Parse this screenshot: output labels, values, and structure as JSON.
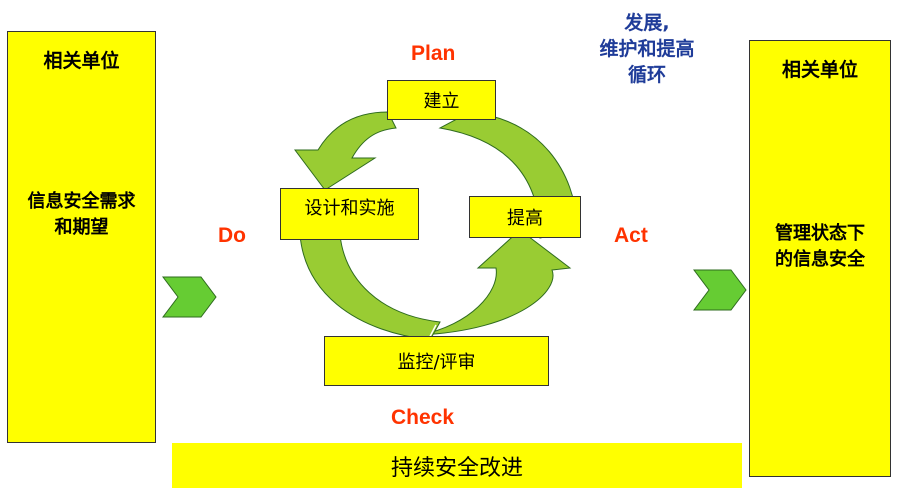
{
  "left_box": {
    "title": "相关单位",
    "body": [
      "信息安全需求",
      "和期望"
    ]
  },
  "right_box": {
    "title": "相关单位",
    "body": [
      "管理状态下",
      "的信息安全"
    ]
  },
  "phases": {
    "plan": "Plan",
    "do": "Do",
    "check": "Check",
    "act": "Act"
  },
  "steps": {
    "establish": "建立",
    "implement": "设计和实施",
    "monitor": "监控/评审",
    "improve": "提高"
  },
  "cycle_note": [
    "发展,",
    "维护和提高",
    "循环"
  ],
  "bottom_bar": "持续安全改进",
  "colors": {
    "box_fill": "#ffff00",
    "arrow_green": "#99cc33",
    "phase_label": "#ff3300",
    "note_text": "#1f3c99",
    "chevron": "#66cc33"
  }
}
